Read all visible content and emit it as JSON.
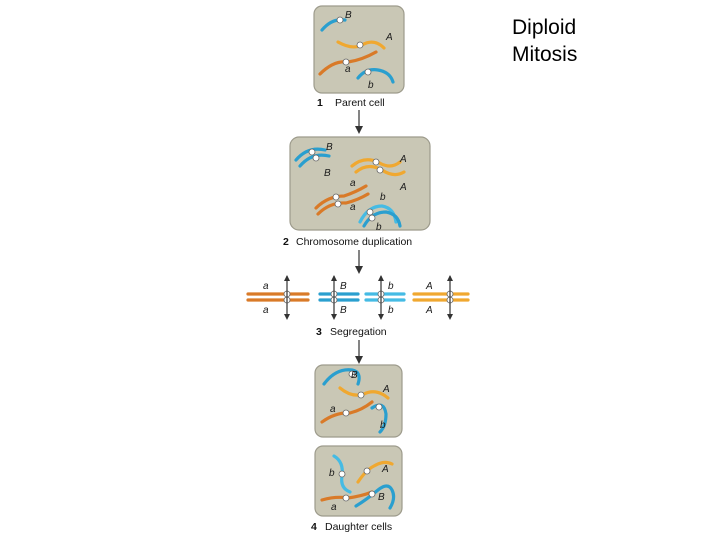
{
  "title": {
    "line1": "Diploid",
    "line2": "Mitosis"
  },
  "steps": [
    {
      "num": "1",
      "label": "Parent cell"
    },
    {
      "num": "2",
      "label": "Chromosome duplication"
    },
    {
      "num": "3",
      "label": "Segregation"
    },
    {
      "num": "4",
      "label": "Daughter cells"
    }
  ],
  "alleles": {
    "A": "A",
    "a": "a",
    "B": "B",
    "b": "b"
  },
  "colors": {
    "orange": "#f0a830",
    "dark_orange": "#d97a28",
    "blue": "#2a9fcf",
    "light_blue": "#45bbe4",
    "cell": "#c9c7b5"
  }
}
